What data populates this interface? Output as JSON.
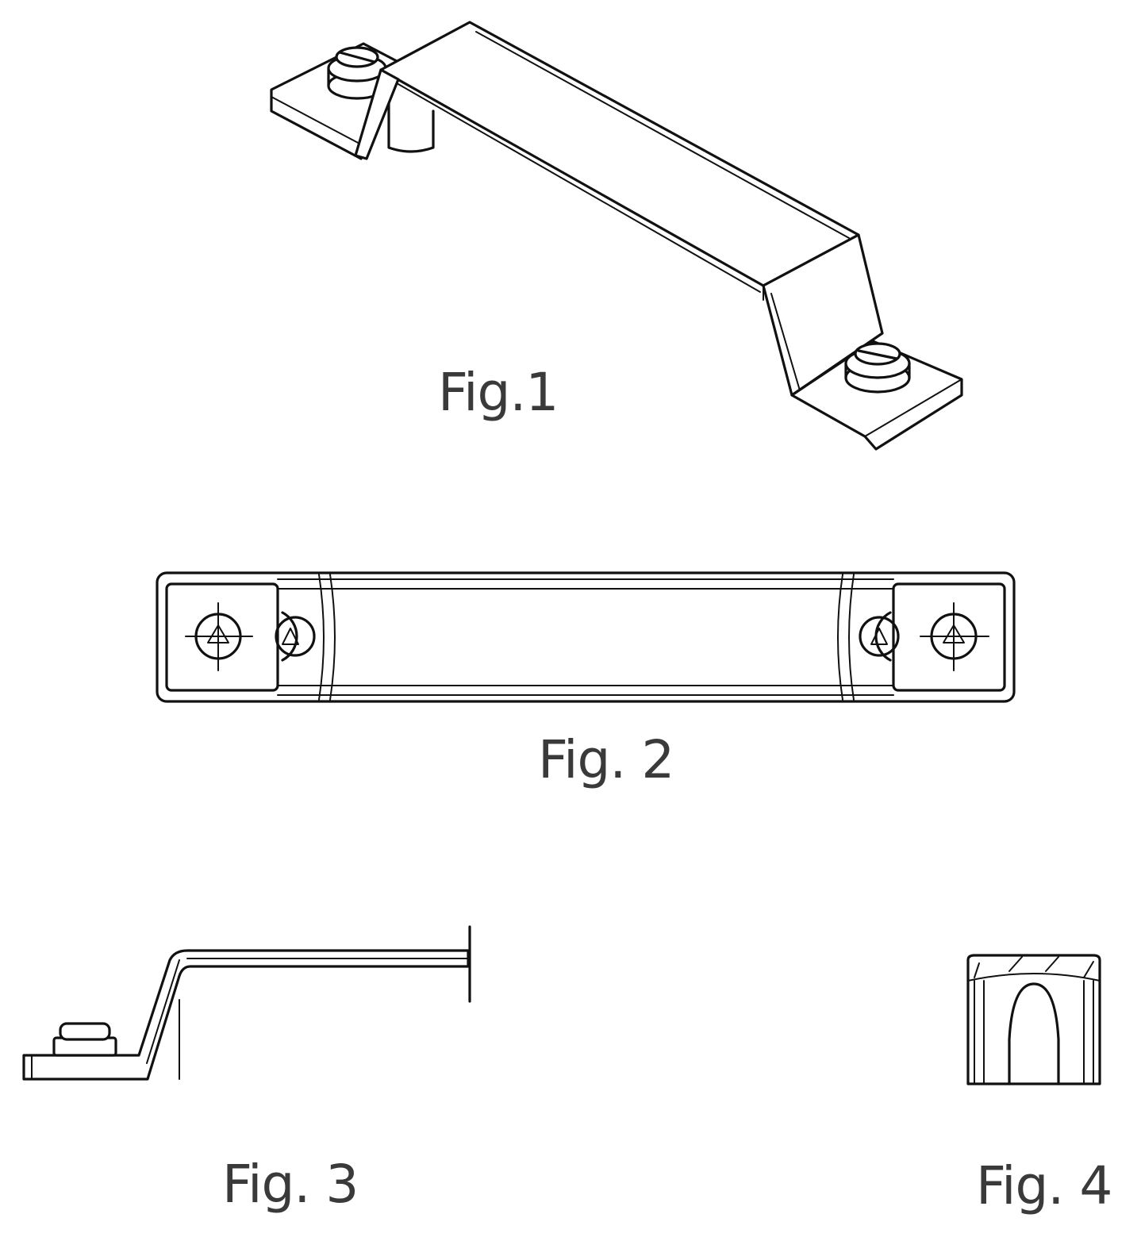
{
  "figures": [
    {
      "id": "fig1",
      "caption": "Fig.1"
    },
    {
      "id": "fig2",
      "caption": "Fig. 2"
    },
    {
      "id": "fig3",
      "caption": "Fig. 3"
    },
    {
      "id": "fig4",
      "caption": "Fig. 4"
    }
  ],
  "colors": {
    "line": "#111111",
    "caption": "#3a3a3a",
    "background": "#ffffff"
  }
}
